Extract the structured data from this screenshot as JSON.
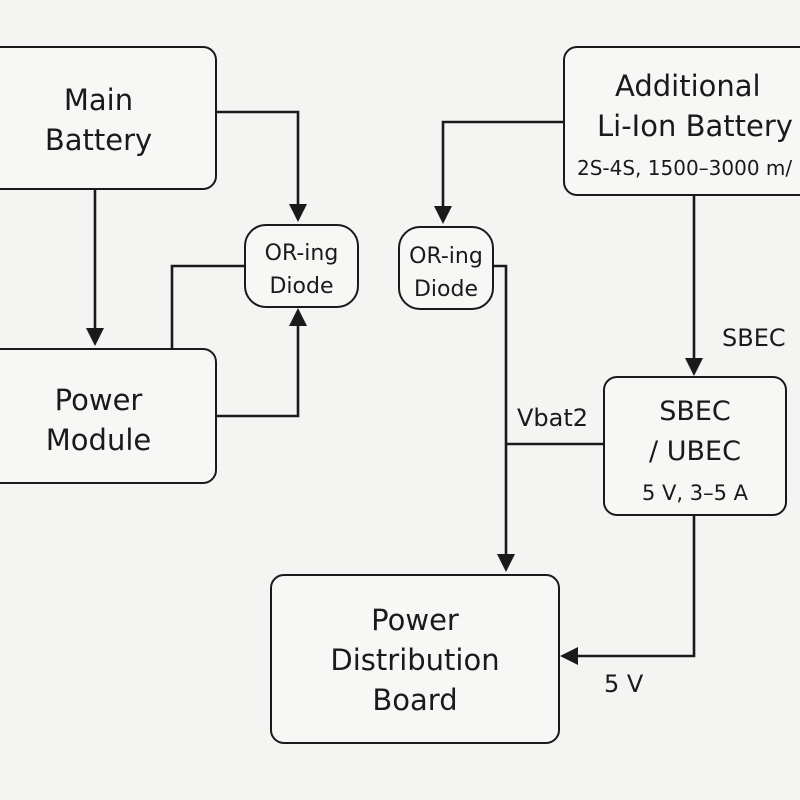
{
  "nodes": {
    "main_battery": {
      "line1": "Main",
      "line2": "Battery"
    },
    "power_module": {
      "line1": "Power",
      "line2": "Module"
    },
    "diode_left": {
      "line1": "OR-ing",
      "line2": "Diode"
    },
    "diode_right": {
      "line1": "OR-ing",
      "line2": "Diode"
    },
    "additional_battery": {
      "line1": "Additional",
      "line2": "Li-Ion Battery",
      "line3": "2S-4S, 1500–3000 m/"
    },
    "sbec": {
      "line1": "SBEC",
      "line2": "/ UBEC",
      "line3": "5 V, 3–5 A"
    },
    "pdb": {
      "line1": "Power",
      "line2": "Distribution",
      "line3": "Board"
    }
  },
  "labels": {
    "sbec_wire": "SBEC",
    "vbat2": "Vbat2",
    "five_v": "5 V"
  }
}
